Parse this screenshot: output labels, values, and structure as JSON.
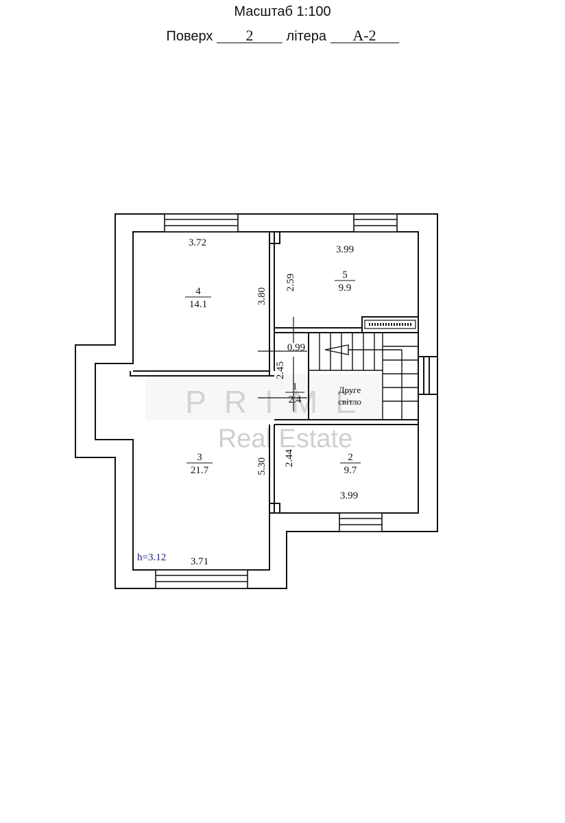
{
  "header": {
    "scale_text": "Масштаб 1:100",
    "floor_label": "Поверх",
    "floor_value": "2",
    "letter_label": "літера",
    "letter_value": "А-2"
  },
  "rooms": {
    "r1": {
      "number": "1",
      "area": "2.4"
    },
    "r2": {
      "number": "2",
      "area": "9.7"
    },
    "r3": {
      "number": "3",
      "area": "21.7"
    },
    "r4": {
      "number": "4",
      "area": "14.1"
    },
    "r5": {
      "number": "5",
      "area": "9.9"
    }
  },
  "dimensions": {
    "room4_width": "3.72",
    "room4_height": "3.80",
    "room5_width": "3.99",
    "room5_height": "2.59",
    "corridor_width": "0.99",
    "corridor_height": "2.45",
    "room3_height": "5.30",
    "room3_width": "3.71",
    "room2_height": "2.44",
    "room2_width": "3.99"
  },
  "ceiling_height": "h=3.12",
  "second_light": {
    "line1": "Друге",
    "line2": "світло"
  },
  "watermark": {
    "line1": "PRIME",
    "line2": "Real Estate"
  },
  "colors": {
    "ink": "#111111",
    "ceiling_text": "#1a1a7a",
    "watermark": "#d9d9d9"
  }
}
